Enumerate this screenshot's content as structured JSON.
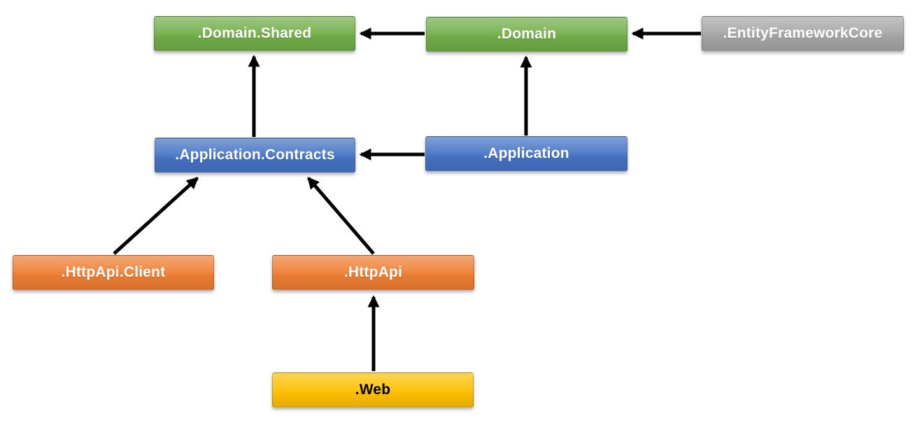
{
  "diagram": {
    "description": "Module dependency diagram with boxes connected by arrows pointing from dependent module to dependency",
    "arrow_color": "#000000",
    "background_color": "#ffffff",
    "nodes": [
      {
        "id": "domain-shared",
        "label": ".Domain.Shared",
        "color": "#70AD47",
        "text_color": "#ffffff"
      },
      {
        "id": "domain",
        "label": ".Domain",
        "color": "#70AD47",
        "text_color": "#ffffff"
      },
      {
        "id": "entity-framework-core",
        "label": ".EntityFrameworkCore",
        "color": "#A5A5A5",
        "text_color": "#ffffff"
      },
      {
        "id": "application-contracts",
        "label": ".Application.Contracts",
        "color": "#4472C4",
        "text_color": "#ffffff"
      },
      {
        "id": "application",
        "label": ".Application",
        "color": "#4472C4",
        "text_color": "#ffffff"
      },
      {
        "id": "httpapi-client",
        "label": ".HttpApi.Client",
        "color": "#ED7D31",
        "text_color": "#ffffff"
      },
      {
        "id": "httpapi",
        "label": ".HttpApi",
        "color": "#ED7D31",
        "text_color": "#ffffff"
      },
      {
        "id": "web",
        "label": ".Web",
        "color": "#FFC000",
        "text_color": "#000000"
      }
    ],
    "edges": [
      {
        "from": "domain",
        "to": "domain-shared"
      },
      {
        "from": "entity-framework-core",
        "to": "domain"
      },
      {
        "from": "application-contracts",
        "to": "domain-shared"
      },
      {
        "from": "application",
        "to": "domain"
      },
      {
        "from": "application",
        "to": "application-contracts"
      },
      {
        "from": "httpapi-client",
        "to": "application-contracts"
      },
      {
        "from": "httpapi",
        "to": "application-contracts"
      },
      {
        "from": "web",
        "to": "httpapi"
      }
    ]
  }
}
